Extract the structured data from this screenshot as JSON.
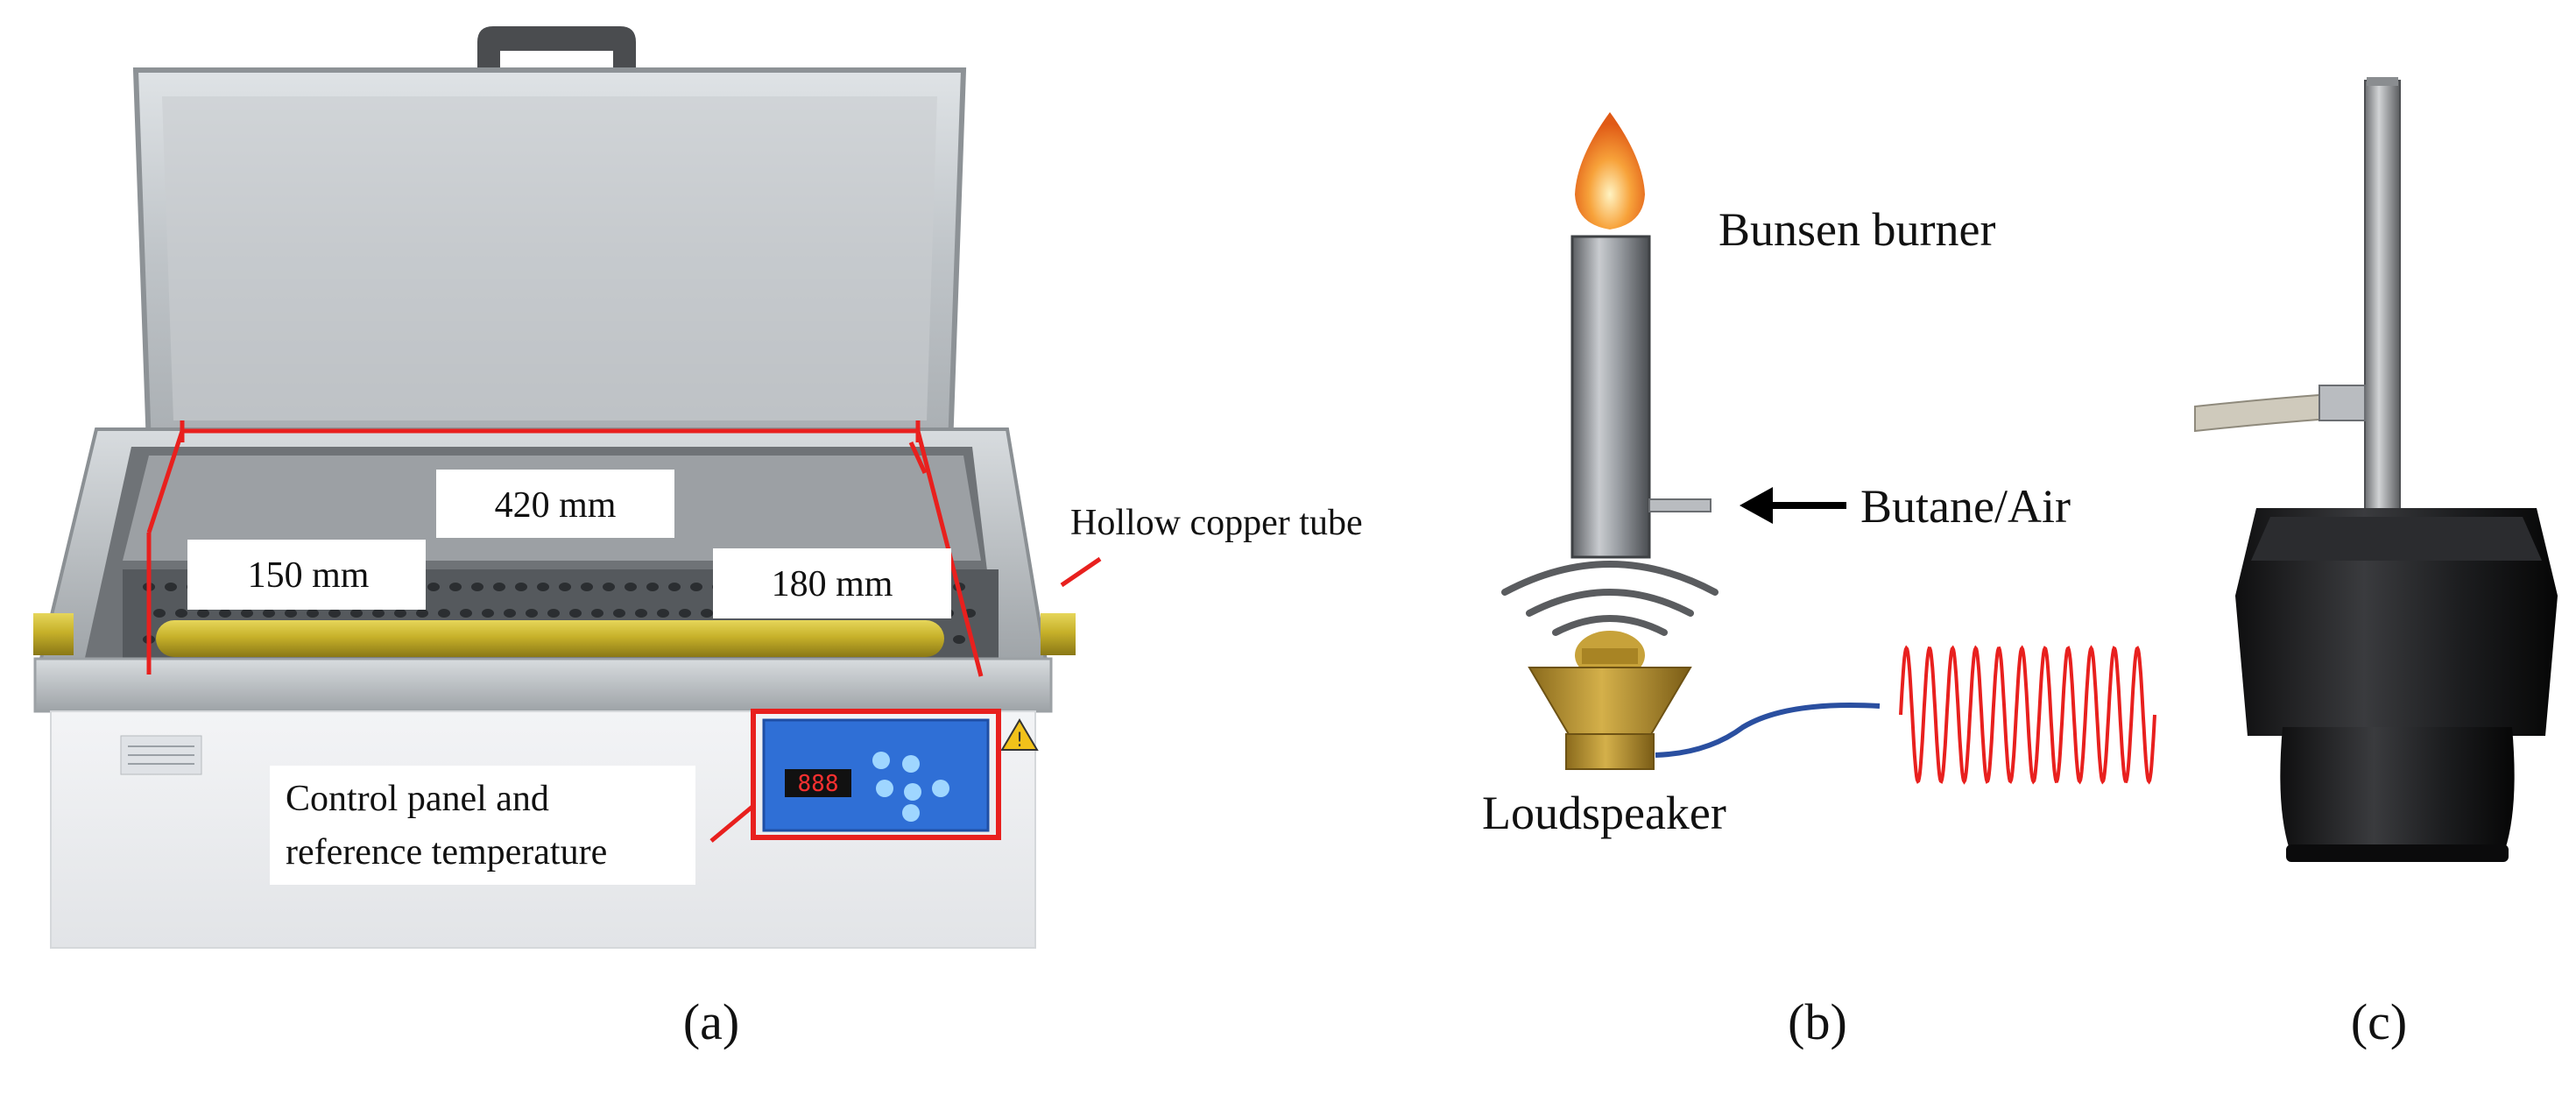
{
  "panel_a": {
    "dimension_420": "420 mm",
    "dimension_150": "150 mm",
    "dimension_180": "180 mm",
    "tube_label": "Hollow copper tube",
    "control_label_line1": "Control panel and",
    "control_label_line2": "reference temperature",
    "display_text": "888",
    "caption": "(a)"
  },
  "panel_b": {
    "burner_label": "Bunsen burner",
    "gas_label": "Butane/Air",
    "speaker_label": "Loudspeaker",
    "caption": "(b)"
  },
  "panel_c": {
    "caption": "(c)"
  },
  "colors": {
    "annotation_red": "#e8201e",
    "tube_yellow": "#c9b52a",
    "panel_blue": "#2f6fd6",
    "cable_blue": "#2a4fa0",
    "speaker_gold": "#b08a2c"
  }
}
